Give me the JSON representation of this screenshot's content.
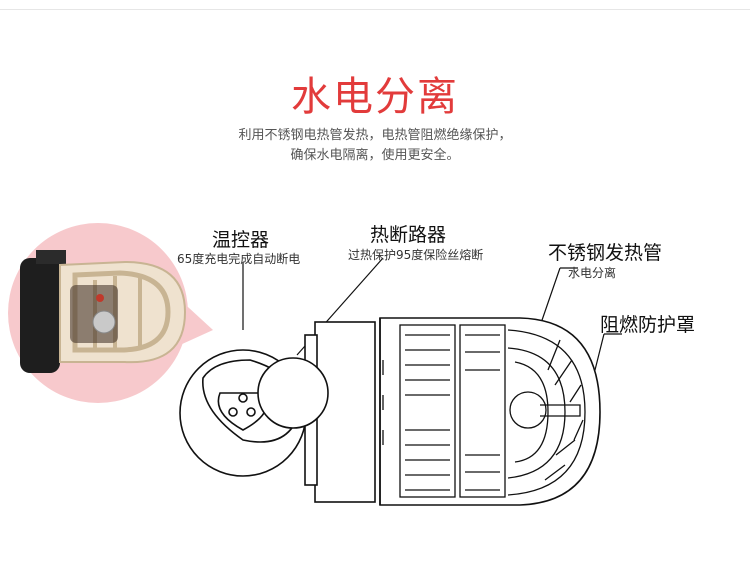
{
  "heading": {
    "title": "水电分离",
    "line1": "利用不锈钢电热管发热，电热管阻燃绝缘保护，",
    "line2": "确保水电隔离，使用更安全。"
  },
  "labels": {
    "thermostat": {
      "name": "温控器",
      "desc": "65度充电完成自动断电"
    },
    "fuse": {
      "name": "热断路器",
      "desc": "过热保护95度保险丝熔断"
    },
    "heater": {
      "name": "不锈钢发热管",
      "desc": "水电分离"
    },
    "guard": {
      "name": "阻燃防护罩"
    }
  },
  "colors": {
    "title": "#e23b3b",
    "badge": "#f7c9cc",
    "line": "#111111"
  }
}
